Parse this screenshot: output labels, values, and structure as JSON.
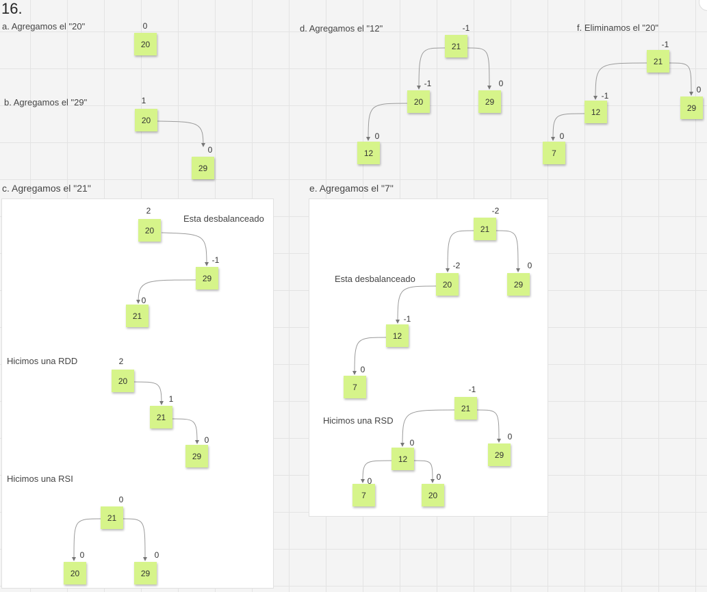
{
  "title": "16.",
  "captions": {
    "a": "a. Agregamos el \"20\"",
    "b": "b. Agregamos el \"29\"",
    "c": "c. Agregamos el \"21\"",
    "d": "d. Agregamos el \"12\"",
    "e": "e. Agregamos el \"7\"",
    "f": "f. Eliminamos el \"20\""
  },
  "notes": {
    "desbalanceado": "Esta desbalanceado",
    "rdd": "Hicimos una RDD",
    "rsi": "Hicimos una RSI",
    "rsd": "Hicimos una RSD"
  },
  "trees": {
    "a": {
      "root": {
        "value": "20",
        "balance": "0"
      }
    },
    "b": {
      "root": {
        "value": "20",
        "balance": "1"
      },
      "right": {
        "value": "29",
        "balance": "0"
      }
    },
    "c1": {
      "root": {
        "value": "20",
        "balance": "2"
      },
      "right": {
        "value": "29",
        "balance": "-1"
      },
      "rl": {
        "value": "21",
        "balance": "0"
      }
    },
    "c2": {
      "root": {
        "value": "20",
        "balance": "2"
      },
      "right": {
        "value": "21",
        "balance": "1"
      },
      "rr": {
        "value": "29",
        "balance": "0"
      }
    },
    "c3": {
      "root": {
        "value": "21",
        "balance": "0"
      },
      "left": {
        "value": "20",
        "balance": "0"
      },
      "right": {
        "value": "29",
        "balance": "0"
      }
    },
    "d": {
      "root": {
        "value": "21",
        "balance": "-1"
      },
      "left": {
        "value": "20",
        "balance": "-1"
      },
      "right": {
        "value": "29",
        "balance": "0"
      },
      "ll": {
        "value": "12",
        "balance": "0"
      }
    },
    "e1": {
      "root": {
        "value": "21",
        "balance": "-2"
      },
      "left": {
        "value": "20",
        "balance": "-2"
      },
      "right": {
        "value": "29",
        "balance": "0"
      },
      "ll": {
        "value": "12",
        "balance": "-1"
      },
      "lll": {
        "value": "7",
        "balance": "0"
      }
    },
    "e2": {
      "root": {
        "value": "21",
        "balance": "-1"
      },
      "left": {
        "value": "12",
        "balance": "0"
      },
      "right": {
        "value": "29",
        "balance": "0"
      },
      "ll": {
        "value": "7",
        "balance": "0"
      },
      "lr": {
        "value": "20",
        "balance": "0"
      }
    },
    "f": {
      "root": {
        "value": "21",
        "balance": "-1"
      },
      "left": {
        "value": "12",
        "balance": "-1"
      },
      "right": {
        "value": "29",
        "balance": "0"
      },
      "ll": {
        "value": "7",
        "balance": "0"
      }
    }
  },
  "colors": {
    "sticky": "#d6f48a",
    "edge": "#9a9a9a",
    "board": "#f4f4f4",
    "frame": "#ffffff"
  }
}
